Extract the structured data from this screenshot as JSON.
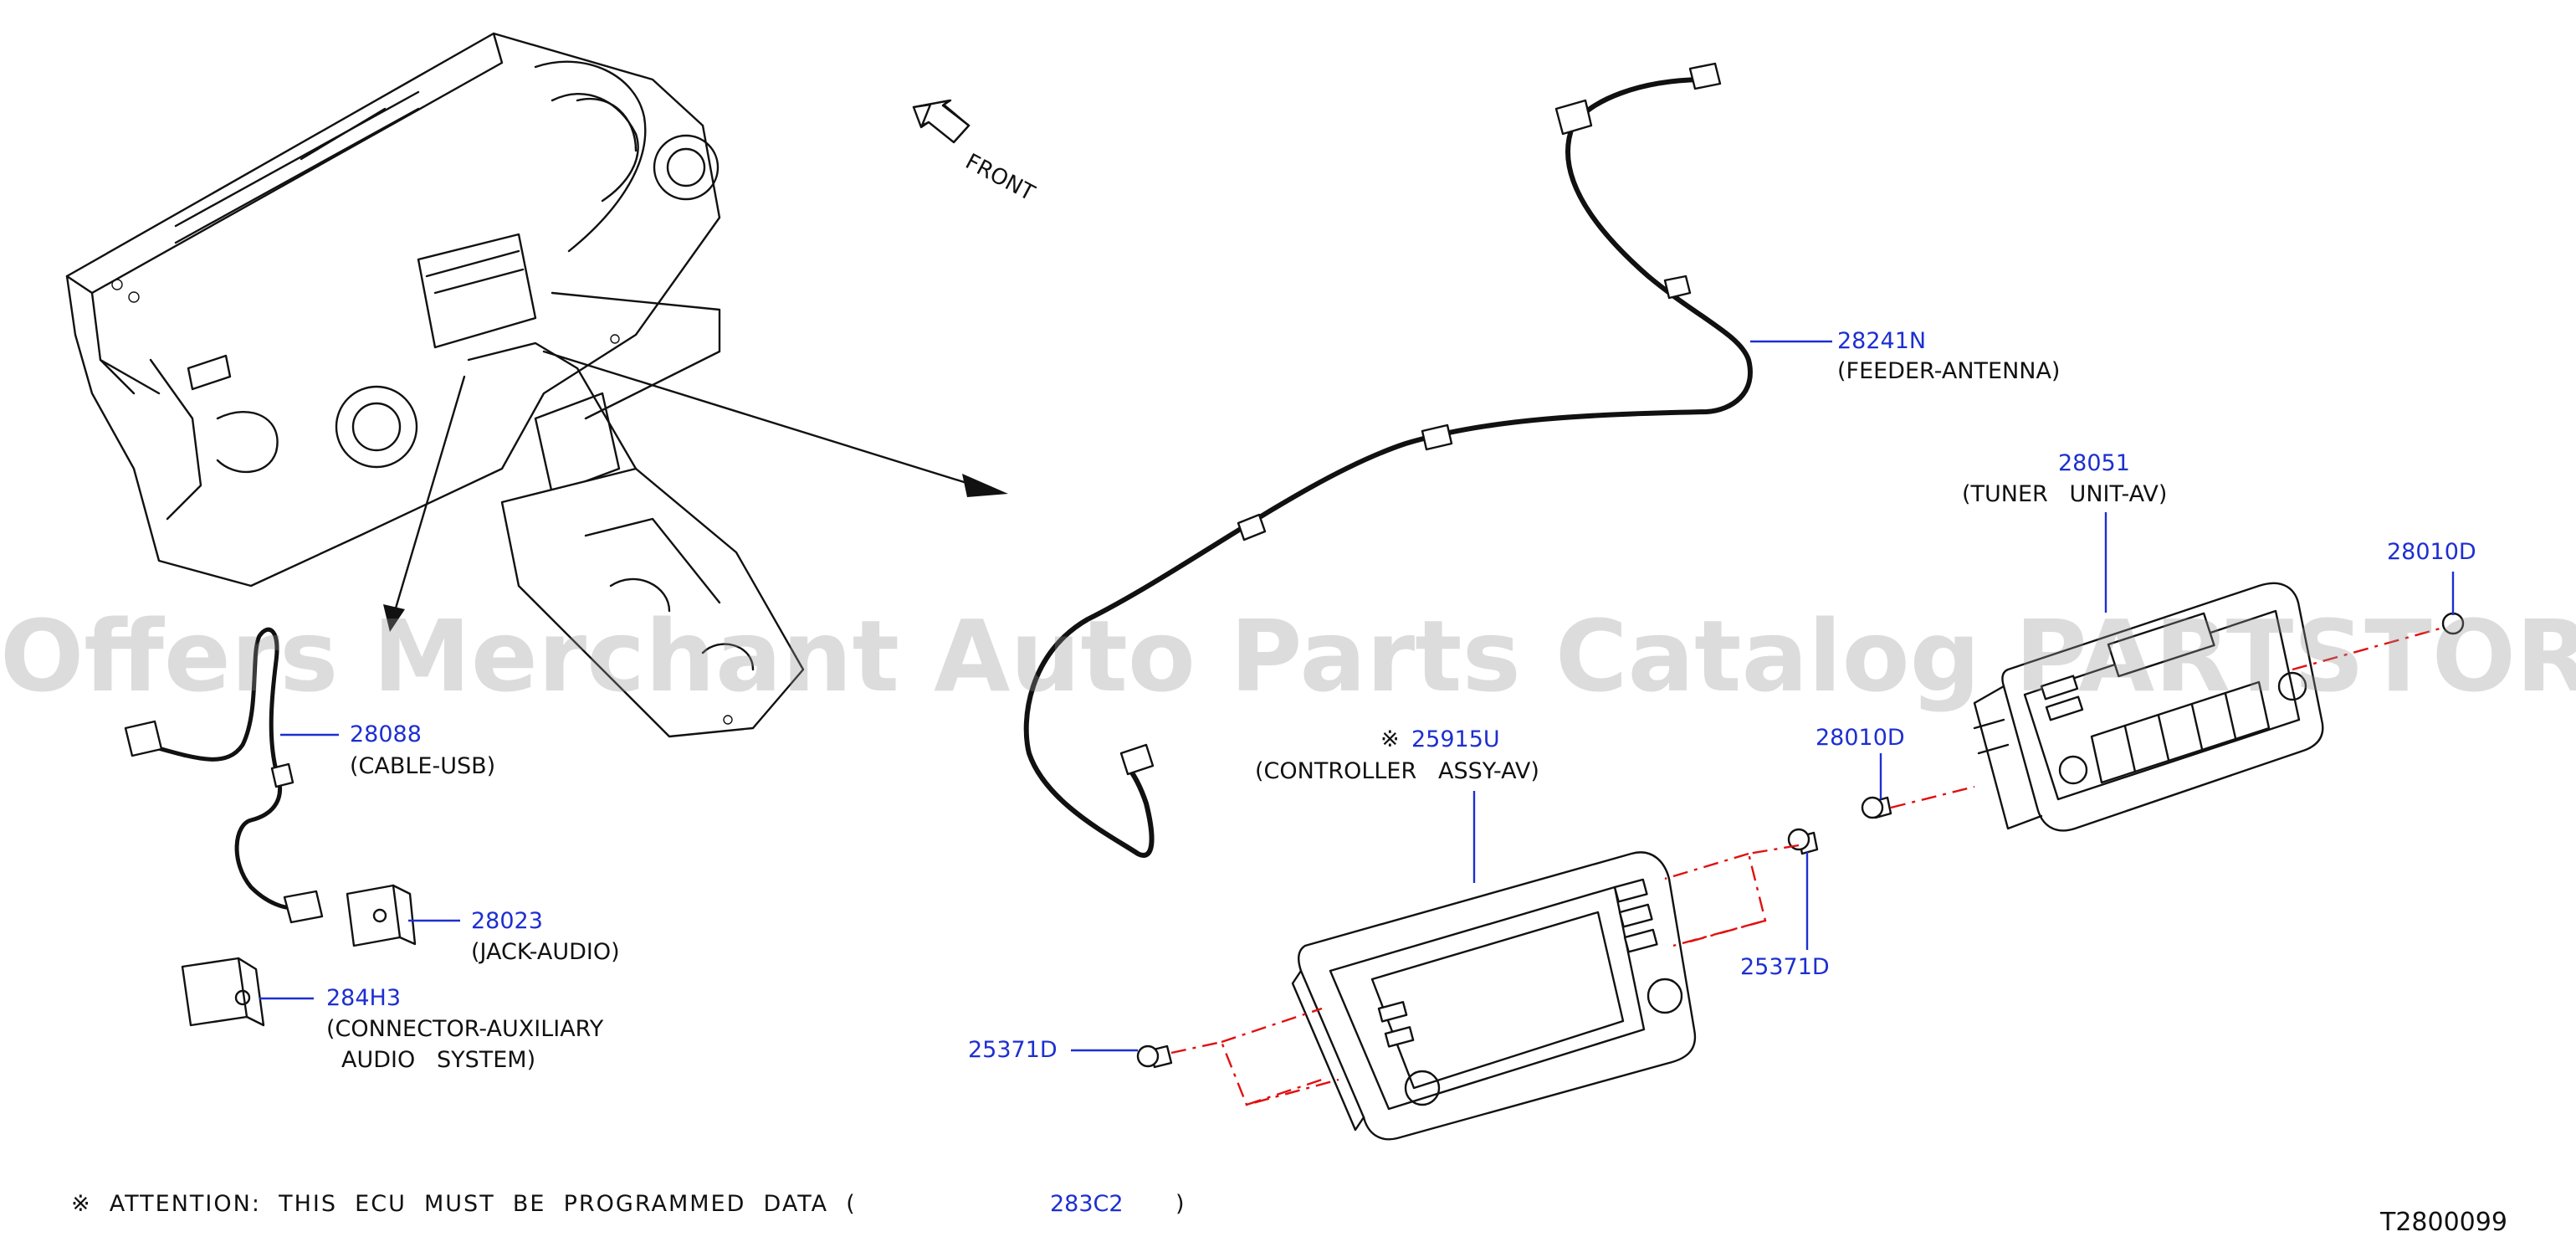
{
  "front_label": "FRONT",
  "watermark": "Offers Merchant Auto Parts Catalog PARTSTORE.SA",
  "diagram_code": "T2800099",
  "parts": [
    {
      "number": "28241N",
      "name": "(FEEDER-ANTENNA)"
    },
    {
      "number": "28051",
      "name": "(TUNER   UNIT-AV)"
    },
    {
      "number": "28010D",
      "name": ""
    },
    {
      "number": "28010D",
      "name": ""
    },
    {
      "number": "25915U",
      "prefix": "※",
      "name": "(CONTROLLER   ASSY-AV)"
    },
    {
      "number": "25371D",
      "name": ""
    },
    {
      "number": "25371D",
      "name": ""
    },
    {
      "number": "28088",
      "name": "(CABLE-USB)"
    },
    {
      "number": "28023",
      "name": "(JACK-AUDIO)"
    },
    {
      "number": "284H3",
      "name": "(CONNECTOR-AUXILIARY",
      "name_line2": "AUDIO   SYSTEM)"
    }
  ],
  "attention": {
    "text": "※  ATTENTION:  THIS  ECU  MUST  BE  PROGRAMMED  DATA  (",
    "part_number": "283C2",
    "close": ")"
  }
}
